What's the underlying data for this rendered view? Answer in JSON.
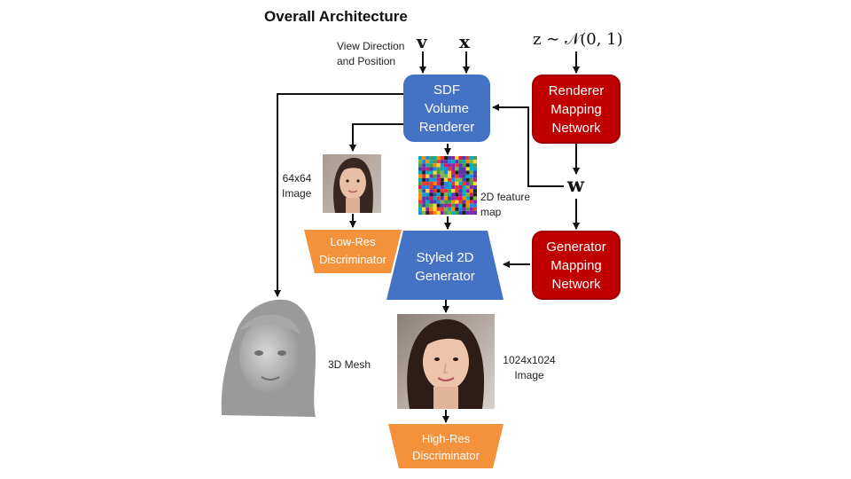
{
  "title": "Overall Architecture",
  "inputs": {
    "view_label": "View Direction\nand Position",
    "v_symbol": "v",
    "x_symbol": "x",
    "z_formula": "z ∼ 𝒩(0, 1)",
    "w_symbol": "w"
  },
  "nodes": {
    "sdf_renderer": "SDF\nVolume\nRenderer",
    "renderer_mapping": "Renderer\nMapping\nNetwork",
    "generator_mapping": "Generator\nMapping\nNetwork",
    "styled_generator": "Styled 2D\nGenerator",
    "low_res_disc": "Low-Res\nDiscriminator",
    "high_res_disc": "High-Res\nDiscriminator"
  },
  "labels": {
    "low_res_image": "64x64\nImage",
    "feature_map": "2D feature\nmap",
    "mesh": "3D Mesh",
    "high_res_image": "1024x1024\nImage"
  },
  "colors": {
    "blue": "#4472c4",
    "red": "#c00000",
    "orange": "#f4913b"
  }
}
